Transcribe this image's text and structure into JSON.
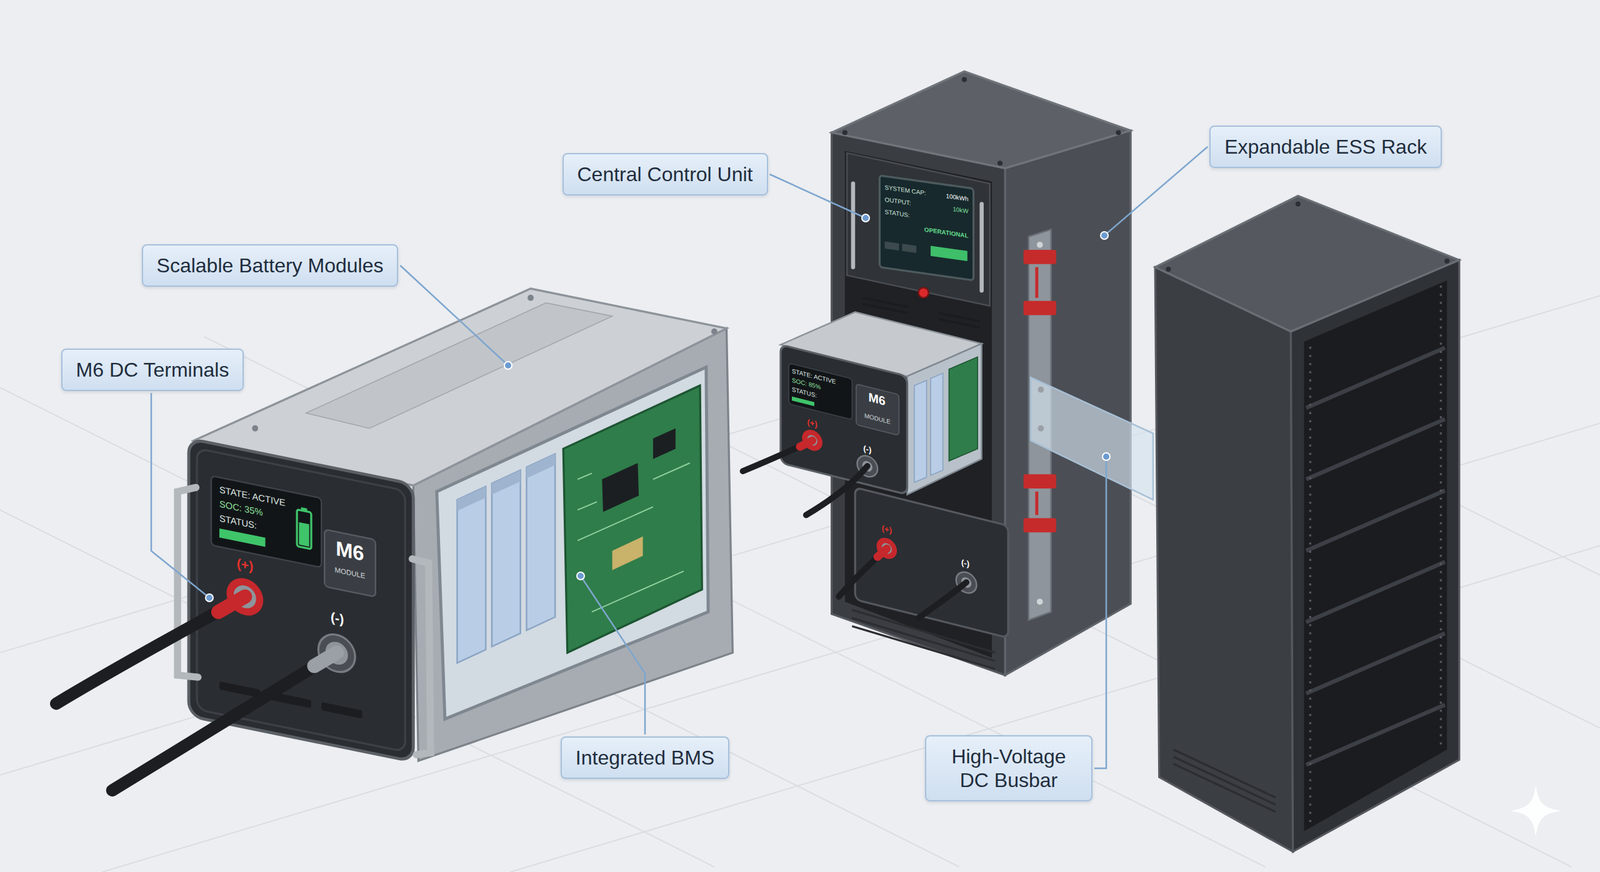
{
  "diagram": {
    "nodes": [
      {
        "text": [
          "Central Control Unit"
        ]
      },
      {
        "text": [
          "Expandable ESS Rack"
        ]
      },
      {
        "text": [
          "Scalable Battery Modules"
        ]
      },
      {
        "text": [
          "M6 DC Terminals"
        ]
      },
      {
        "text": [
          "Integrated BMS"
        ]
      },
      {
        "text": [
          "High-Voltage DC Busbar"
        ]
      }
    ],
    "labels": [
      "STATE: ACTIVE",
      "SOC: 35%",
      "STATUS:",
      "M6",
      "MODULE",
      "(+)",
      "(-)",
      "SYSTEM CAP:",
      "100kWh",
      "OUTPUT:",
      "10kW",
      "STATUS:",
      "OPERATIONAL",
      "STATE: ACTIVE",
      "SOC: 85%",
      "STATUS:",
      "M6",
      "MODULE",
      "(+)",
      "(-)",
      "(+)",
      "(-)"
    ]
  }
}
